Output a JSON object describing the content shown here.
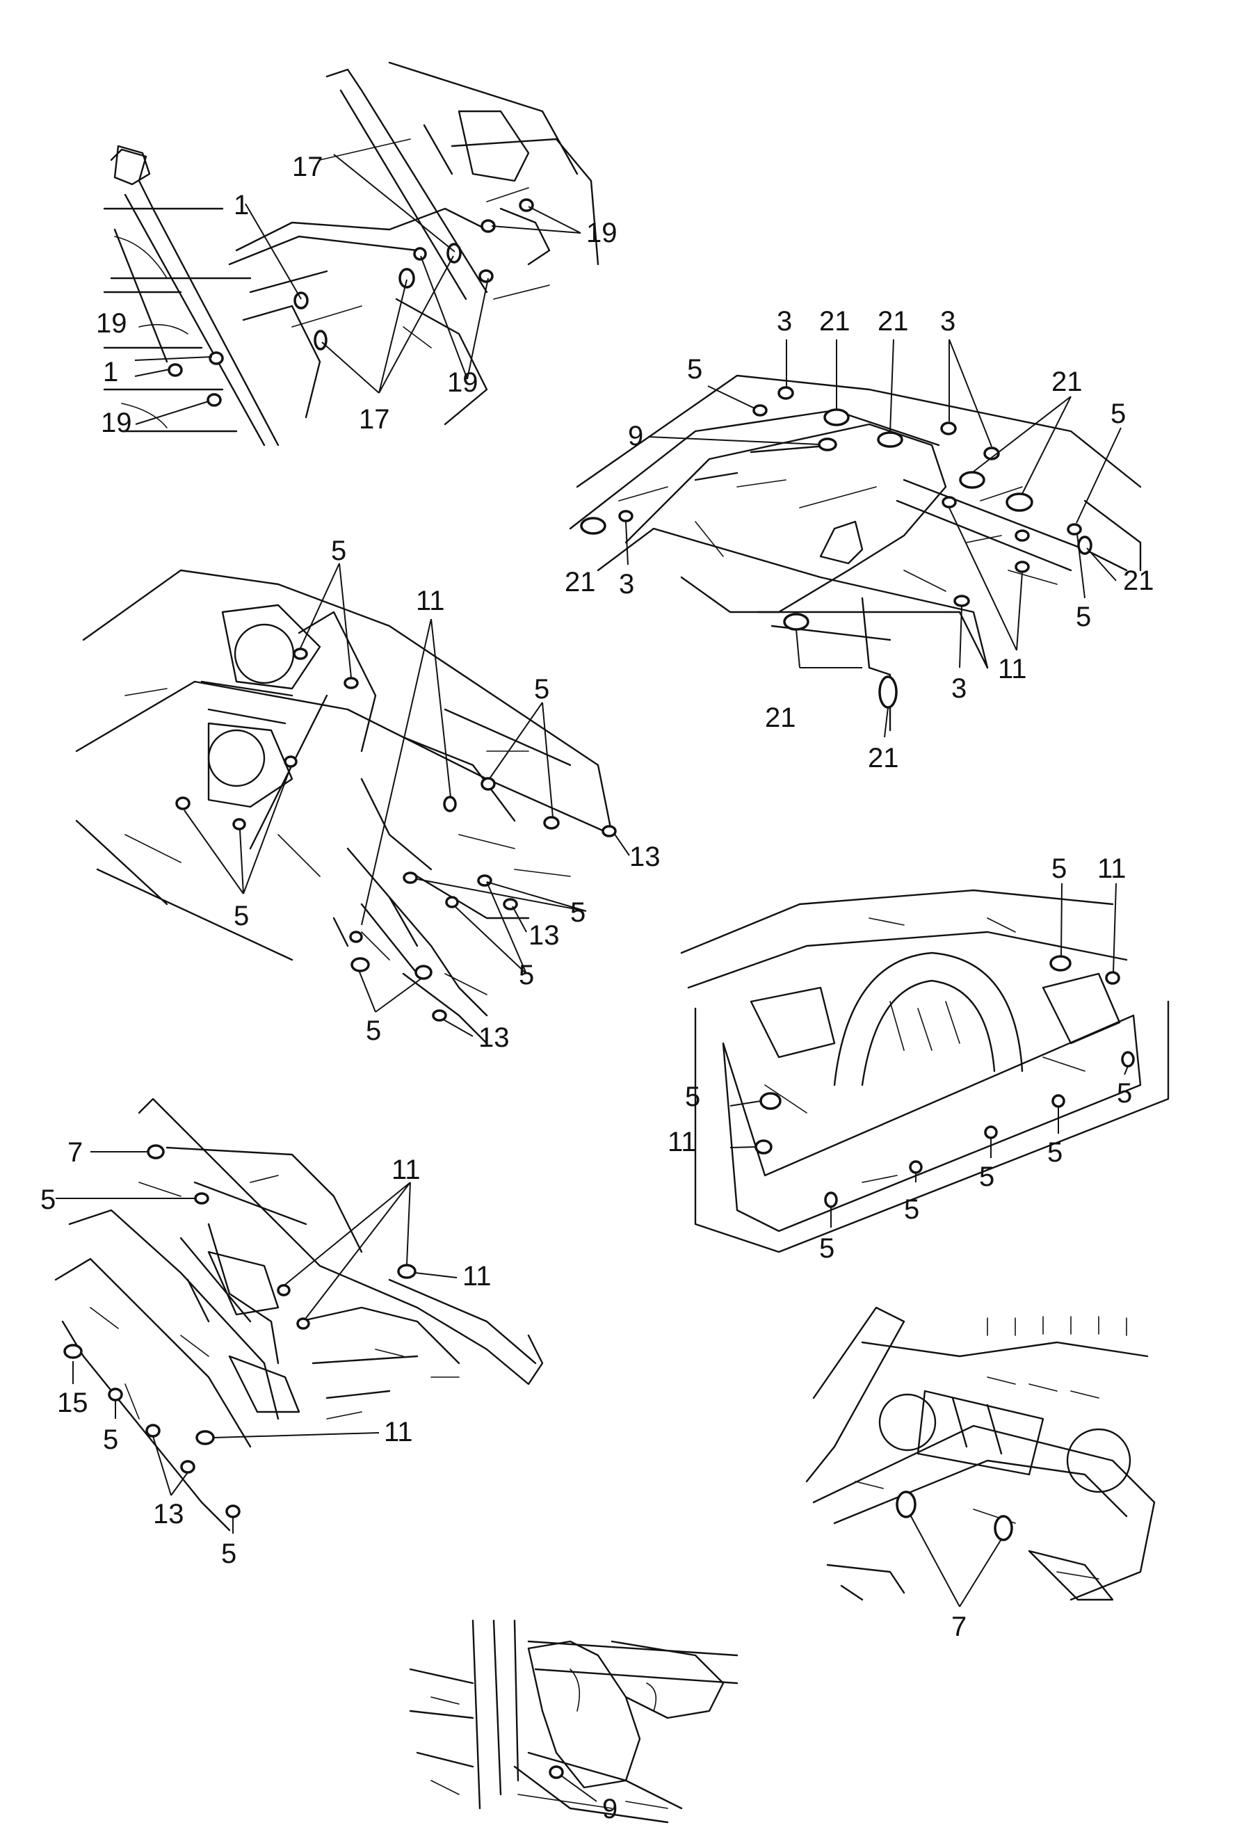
{
  "callouts": {
    "v1_a": "1",
    "v1_b": "1",
    "v1_17a": "17",
    "v1_17b": "17",
    "v1_19a": "19",
    "v1_19b": "19",
    "v1_19c": "19",
    "v1_19d": "19",
    "v2_3a": "3",
    "v2_3b": "3",
    "v2_3c": "3",
    "v2_3d": "3",
    "v2_21a": "21",
    "v2_21b": "21",
    "v2_21c": "21",
    "v2_21d": "21",
    "v2_21e": "21",
    "v2_21f": "21",
    "v2_21g": "21",
    "v2_5a": "5",
    "v2_5b": "5",
    "v2_5c": "5",
    "v2_9": "9",
    "v2_11": "11",
    "v3_5a": "5",
    "v3_5b": "5",
    "v3_5c": "5",
    "v3_5d": "5",
    "v3_5e": "5",
    "v3_5f": "5",
    "v3_11": "11",
    "v3_13a": "13",
    "v3_13b": "13",
    "v3_13c": "13",
    "v4_5a": "5",
    "v4_5b": "5",
    "v4_5c": "5",
    "v4_5d": "5",
    "v4_5e": "5",
    "v4_5f": "5",
    "v4_5g": "5",
    "v4_11a": "11",
    "v4_11b": "11",
    "v5_7": "7",
    "v5_5a": "5",
    "v5_5b": "5",
    "v5_5c": "5",
    "v5_11a": "11",
    "v5_11b": "11",
    "v5_11c": "11",
    "v5_15": "15",
    "v5_13": "13",
    "v6_7": "7",
    "v7_9": "9"
  }
}
